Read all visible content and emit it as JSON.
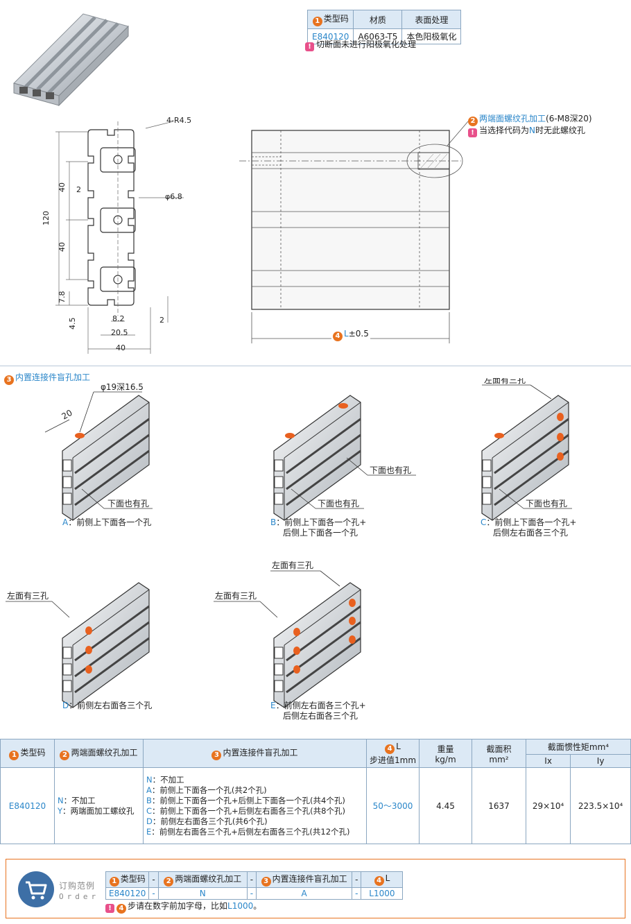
{
  "material_table": {
    "headers": [
      "类型码",
      "材质",
      "表面处理"
    ],
    "header_badge": "1",
    "row": [
      "E840120",
      "A6063-T5",
      "本色阳极氧化"
    ]
  },
  "cut_note": "切断面未进行阳极氧化处理",
  "drawing": {
    "radius_label": "4-R4.5",
    "hole_label": "φ6.8",
    "dim_120": "120",
    "dim_40a": "40",
    "dim_40b": "40",
    "dim_2a": "2",
    "dim_78": "7.8",
    "dim_45": "4.5",
    "dim_82": "8.2",
    "dim_205": "20.5",
    "dim_40w": "40",
    "dim_2b": "2",
    "thread_badge": "2",
    "thread_label": "两端面螺纹孔加工",
    "thread_spec": "(6-M8深20)",
    "thread_note_pre": "当选择代码为",
    "thread_note_code": "N",
    "thread_note_post": "时无此螺纹孔",
    "length_badge": "4",
    "length_label": "L",
    "length_tol": "±0.5"
  },
  "blind": {
    "badge": "3",
    "title": "内置连接件盲孔加工",
    "hole_spec": "φ19深16.5",
    "dim_20": "20",
    "bottom_also": "下面也有孔",
    "left_three": "左面有三孔",
    "options": [
      {
        "code": "A",
        "line1": "前侧上下面各一个孔",
        "line2": ""
      },
      {
        "code": "B",
        "line1": "前侧上下面各一个孔+",
        "line2": "后侧上下面各一个孔"
      },
      {
        "code": "C",
        "line1": "前侧上下面各一个孔+",
        "line2": "后侧左右面各三个孔"
      },
      {
        "code": "D",
        "line1": "前侧左右面各三个孔",
        "line2": ""
      },
      {
        "code": "E",
        "line1": "前侧左右面各三个孔+",
        "line2": "后侧左右面各三个孔"
      }
    ]
  },
  "spec_table": {
    "h_type": "类型码",
    "h_thread": "两端面螺纹孔加工",
    "h_blind": "内置连接件盲孔加工",
    "h_len_top": "L",
    "h_len_bottom": "步进值1mm",
    "h_weight_top": "重量",
    "h_weight_bottom": "kg/m",
    "h_area_top": "截面积",
    "h_area_bottom": "mm²",
    "h_inertia": "截面惯性矩mm⁴",
    "h_ix": "Ix",
    "h_iy": "Iy",
    "type": "E840120",
    "thread_opts": [
      {
        "code": "N",
        "text": "不加工"
      },
      {
        "code": "Y",
        "text": "两端面加工螺纹孔"
      }
    ],
    "blind_opts": [
      {
        "code": "N",
        "text": "不加工"
      },
      {
        "code": "A",
        "text": "前侧上下面各一个孔(共2个孔)"
      },
      {
        "code": "B",
        "text": "前侧上下面各一个孔+后侧上下面各一个孔(共4个孔)"
      },
      {
        "code": "C",
        "text": "前侧上下面各一个孔+后侧左右面各三个孔(共8个孔)"
      },
      {
        "code": "D",
        "text": "前侧左右面各三个孔(共6个孔)"
      },
      {
        "code": "E",
        "text": "前侧左右面各三个孔+后侧左右面各三个孔(共12个孔)"
      }
    ],
    "length": "50～3000",
    "weight": "4.45",
    "area": "1637",
    "ix": "29×10⁴",
    "iy": "223.5×10⁴"
  },
  "order": {
    "label_cn": "订购范例",
    "label_en": "Order",
    "headers": [
      "类型码",
      "-",
      "两端面螺纹孔加工",
      "-",
      "内置连接件盲孔加工",
      "-",
      "L"
    ],
    "values": [
      "E840120",
      "-",
      "N",
      "-",
      "A",
      "-",
      "L1000"
    ],
    "note_pre": "步请在数字前加字母，比如",
    "note_example": "L1000",
    "note_end": "。"
  },
  "colors": {
    "accent": "#e8731f",
    "link": "#2a86c9",
    "header_bg": "#dce9f5",
    "border": "#8aa6c0",
    "hole": "#e8601f"
  }
}
